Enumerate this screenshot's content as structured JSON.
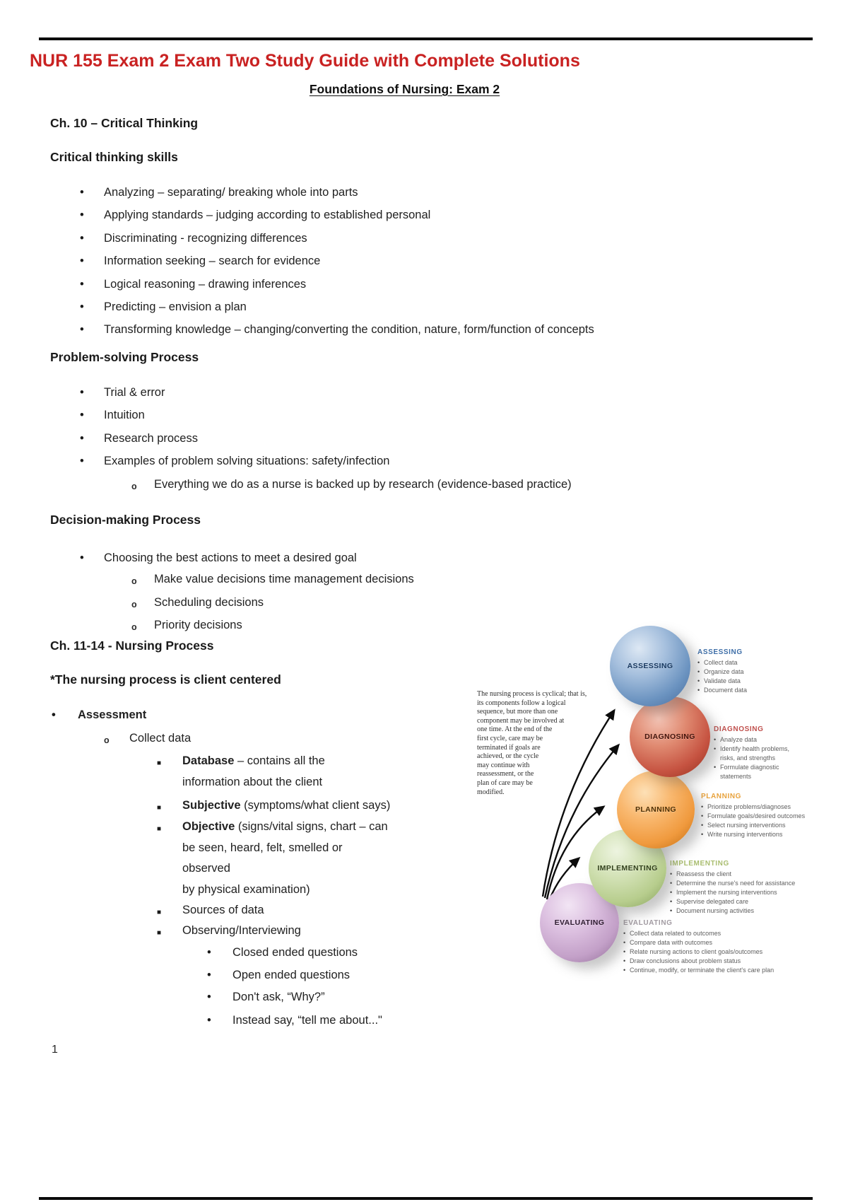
{
  "page": {
    "title": "NUR 155 Exam 2 Exam Two Study Guide with Complete Solutions",
    "subtitle": "Foundations of Nursing: Exam 2",
    "page_number": "1"
  },
  "colors": {
    "title_red": "#c92222",
    "assessing": "#4f81bd",
    "diagnosing": "#c0504d",
    "planning": "#e8a23c",
    "implementing": "#a9bd6f",
    "evaluating": "#a39ca3"
  },
  "sections": {
    "ch10": {
      "heading": "Ch. 10 – Critical Thinking",
      "sub_heading": "Critical thinking skills",
      "skills": [
        "Analyzing – separating/ breaking whole into parts",
        "Applying standards – judging according to established personal",
        "Discriminating - recognizing differences",
        "Information seeking – search for evidence",
        "Logical reasoning – drawing inferences",
        "Predicting – envision a plan",
        "Transforming knowledge – changing/converting the condition, nature, form/function of concepts"
      ]
    },
    "problem": {
      "heading": "Problem-solving Process",
      "items": [
        "Trial & error",
        "Intuition",
        "Research process",
        "Examples of problem solving situations: safety/infection"
      ],
      "note": "Everything we do as a nurse is backed up by research (evidence-based practice)"
    },
    "decision": {
      "heading": "Decision-making Process",
      "lead": "Choosing the best actions to meet a desired goal",
      "items": [
        "Make value decisions time management decisions",
        "Scheduling decisions",
        "Priority decisions"
      ]
    },
    "ch11": {
      "heading": "Ch. 11-14 - Nursing Process",
      "note": "*The nursing process is client centered",
      "assessment_label": "Assessment",
      "collect_label": "Collect data",
      "data_items": [
        {
          "b": "Database",
          "r": " – contains all the\ninformation about the client"
        },
        {
          "b": "Subjective",
          "r": " (symptoms/what client says)"
        },
        {
          "b": "Objective",
          "r": " (signs/vital signs, chart – can\nbe seen, heard, felt, smelled or\nobserved\nby physical examination)"
        },
        {
          "b": "",
          "r": "Sources of data"
        },
        {
          "b": "",
          "r": "Observing/Interviewing"
        }
      ],
      "interview_items": [
        "Closed ended questions",
        "Open ended questions",
        "Don't ask, “Why?”",
        "Instead say, “tell me about...\""
      ]
    }
  },
  "diagram": {
    "caption": "The nursing process is cyclical; that is,\nits components follow a logical\nsequence, but more than one\ncomponent may be involved at\none time. At the end of the\nfirst cycle, care may be\nterminated if goals are\nachieved, or the cycle\nmay continue with\nreassessment, or the\nplan of care may be\nmodified.",
    "phases": [
      {
        "label": "ASSESSING",
        "color": "#4f81bd",
        "items": [
          "Collect data",
          "Organize data",
          "Validate data",
          "Document data"
        ]
      },
      {
        "label": "DIAGNOSING",
        "color": "#c0504d",
        "items": [
          "Analyze data",
          "Identify health problems,\nrisks, and strengths",
          "Formulate diagnostic\nstatements"
        ]
      },
      {
        "label": "PLANNING",
        "color": "#e8a23c",
        "items": [
          "Prioritize problems/diagnoses",
          "Formulate goals/desired outcomes",
          "Select nursing interventions",
          "Write nursing interventions"
        ]
      },
      {
        "label": "IMPLEMENTING",
        "color": "#a9bd6f",
        "items": [
          "Reassess the client",
          "Determine the nurse's need for assistance",
          "Implement the nursing interventions",
          "Supervise delegated care",
          "Document nursing activities"
        ]
      },
      {
        "label": "EVALUATING",
        "color": "#a39ca3",
        "items": [
          "Collect data related to outcomes",
          "Compare data with outcomes",
          "Relate nursing actions to client goals/outcomes",
          "Draw conclusions about problem status",
          "Continue, modify, or terminate the client's care plan"
        ]
      }
    ]
  }
}
